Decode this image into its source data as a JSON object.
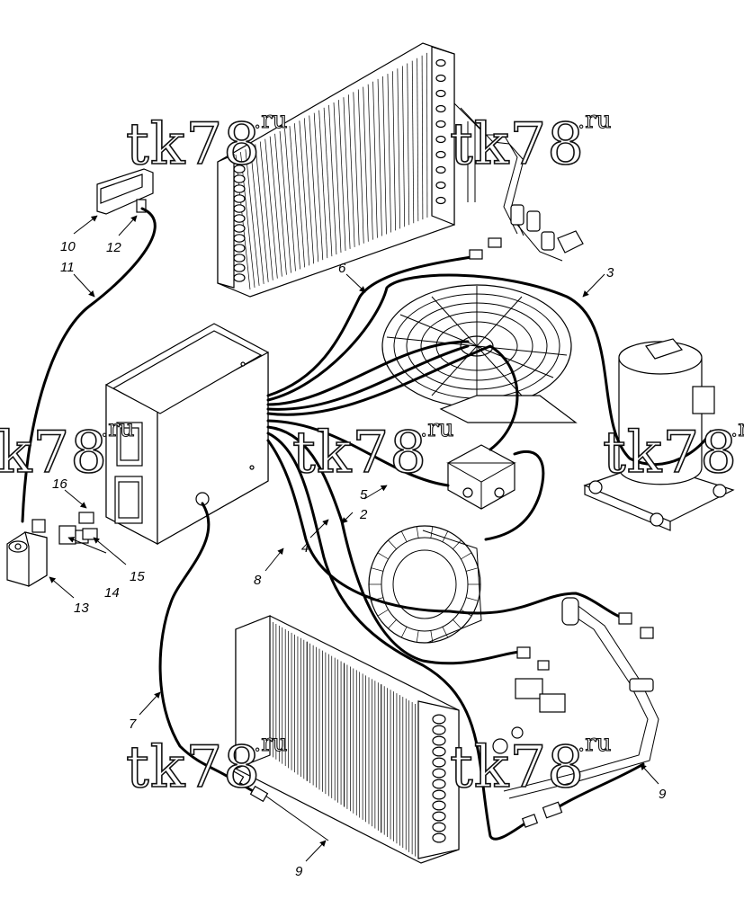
{
  "watermark": {
    "text": "tk78",
    "suffix": ".ru"
  },
  "callouts": {
    "c10": "10",
    "c11": "11",
    "c12": "12",
    "c6": "6",
    "c3": "3",
    "c16": "16",
    "c14": "14",
    "c15": "15",
    "c13": "13",
    "c5": "5",
    "c2": "2",
    "c4": "4",
    "c8": "8",
    "c7": "7",
    "c9a": "9",
    "c9b": "9"
  }
}
